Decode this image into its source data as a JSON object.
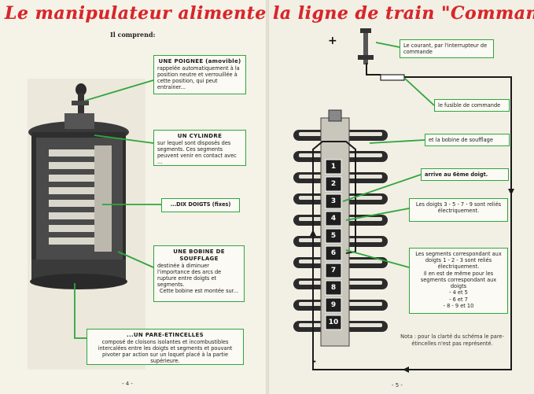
{
  "title": "Le manipulateur alimente la ligne de train \"Commande\".",
  "intro": "Il comprend:",
  "left": {
    "poignee": {
      "head": "UNE POIGNEE (amovible)",
      "text": "rappelée automatiquement à la position neutre et verrouillée à cette position, qui peut entrainer..."
    },
    "cylindre": {
      "head": "UN CYLINDRE",
      "text": "sur lequel sont disposés des segments. Ces segments peuvent venir en contact avec ..."
    },
    "doigts": {
      "text": "...DIX DOIGTS (fixes)"
    },
    "bobine": {
      "head": "UNE BOBINE DE SOUFFLAGE",
      "text": "destinée à diminuer l'importance des arcs de rupture entre doigts et segments.",
      "text2": "Cette bobine est montée sur..."
    },
    "pare": {
      "head": "...UN PARE-ETINCELLES",
      "text": "composé de cloisons isolantes et incombustibles intercalées entre les doigts et segments et pouvant pivoter par action sur un loquet placé à la partie supérieure."
    },
    "page_number": "- 4 -"
  },
  "right": {
    "courant": {
      "text": "Le courant, par l'interrupteur de commande"
    },
    "fusible": {
      "text": "le fusible de commande"
    },
    "soufflage": {
      "text": "et la bobine de soufflage"
    },
    "sixieme": {
      "text": "arrive au 6ème doigt."
    },
    "relies": {
      "text": "Les doigts 3 - 5 - 7 - 9 sont reliés électriquement."
    },
    "segments": {
      "l1": "Les segments correspondant aux doigts 1 - 2 - 3 sont reliés électriquement.",
      "l2": "Il en est de même pour les segments correspondant aux doigts",
      "l3": "- 4 et 5",
      "l4": "- 6 et 7",
      "l5": "- 8 - 9 et 10"
    },
    "note": {
      "text": "Nota : pour la clarté du schéma le pare-étincelles n'est pas représenté."
    },
    "plus_sign": "+",
    "minus_sign": "-",
    "fingers": [
      "1",
      "2",
      "3",
      "4",
      "5",
      "6",
      "7",
      "8",
      "9",
      "10"
    ],
    "page_number": "- 5 -"
  },
  "colors": {
    "title": "#d8262a",
    "callout": "#2fa63c",
    "ink": "#1c1c1c"
  }
}
